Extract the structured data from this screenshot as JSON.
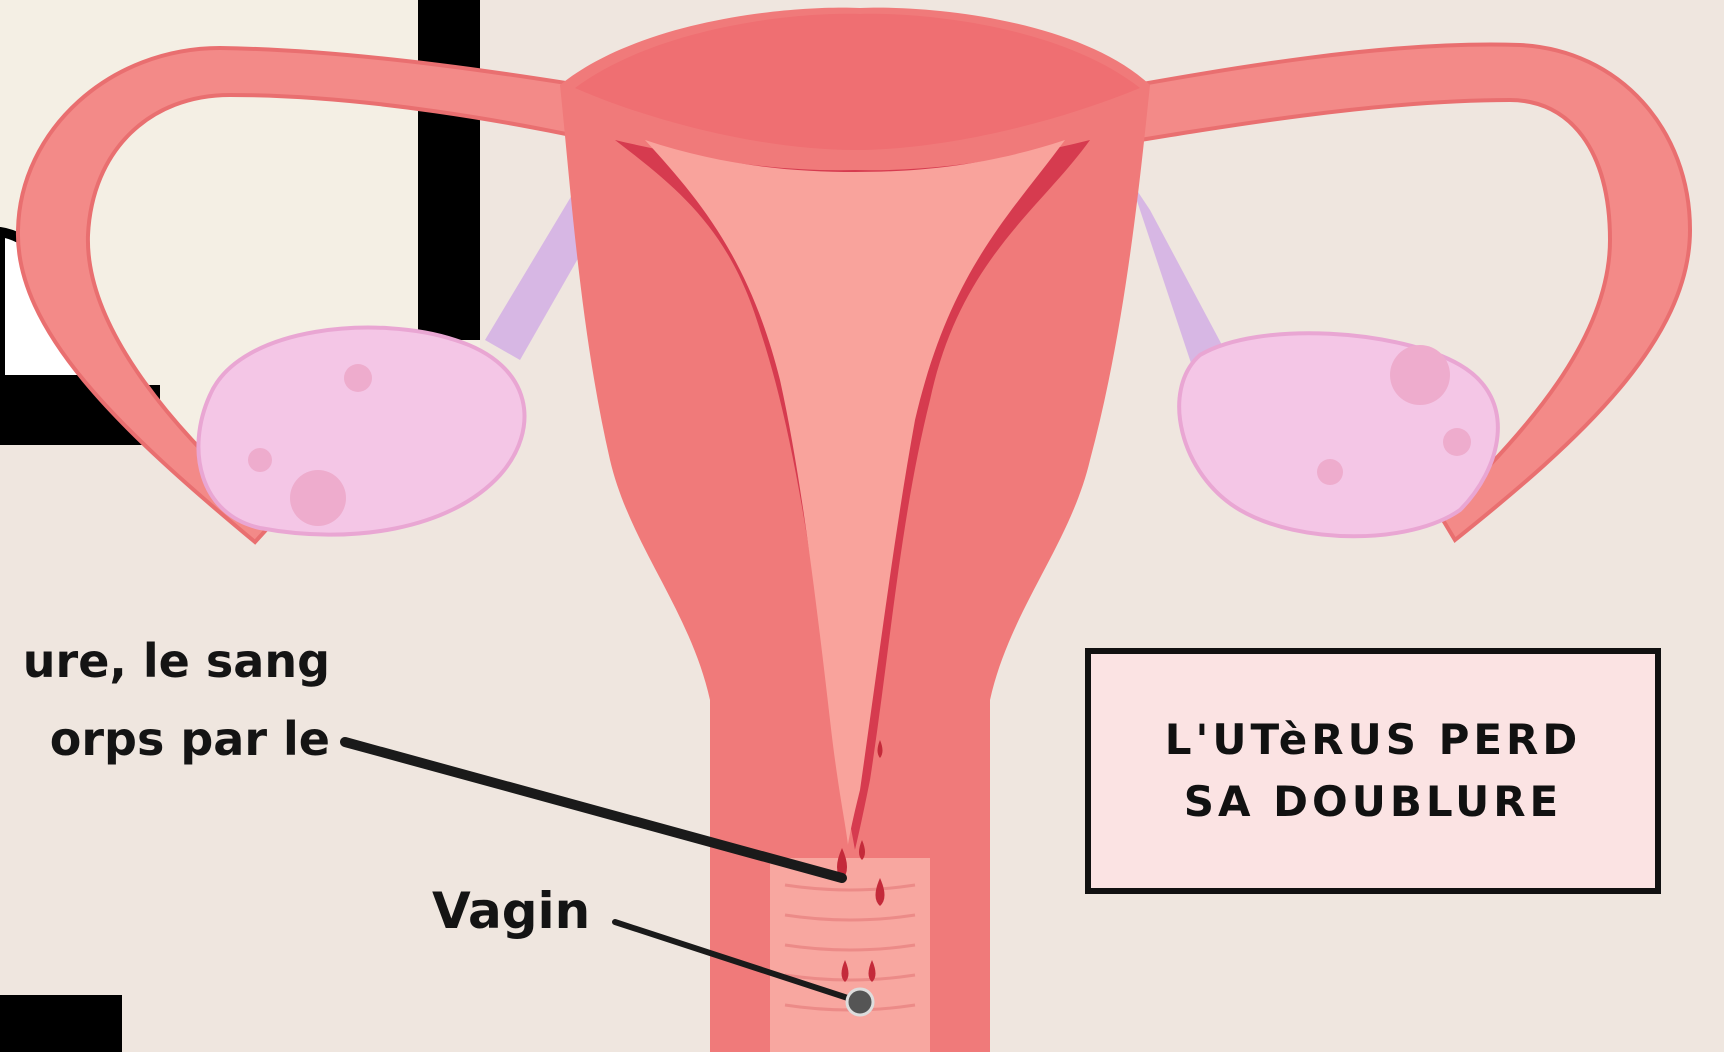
{
  "description_lines": [
    "ure, le sang",
    "orps par le"
  ],
  "labels": {
    "vagin": "Vagin"
  },
  "callout": {
    "text": "L'UTèRUS PERD SA DOUBLURE"
  },
  "colors": {
    "background": "#efe6df",
    "uterus": "#f07a7a",
    "uterus_inner": "#f9a39c",
    "lining": "#d63b4f",
    "ovary": "#f4c6e6",
    "ligament": "#d7b7e4",
    "leader_line": "#1a1a1a",
    "callout_fill": "#fbe3e3"
  }
}
